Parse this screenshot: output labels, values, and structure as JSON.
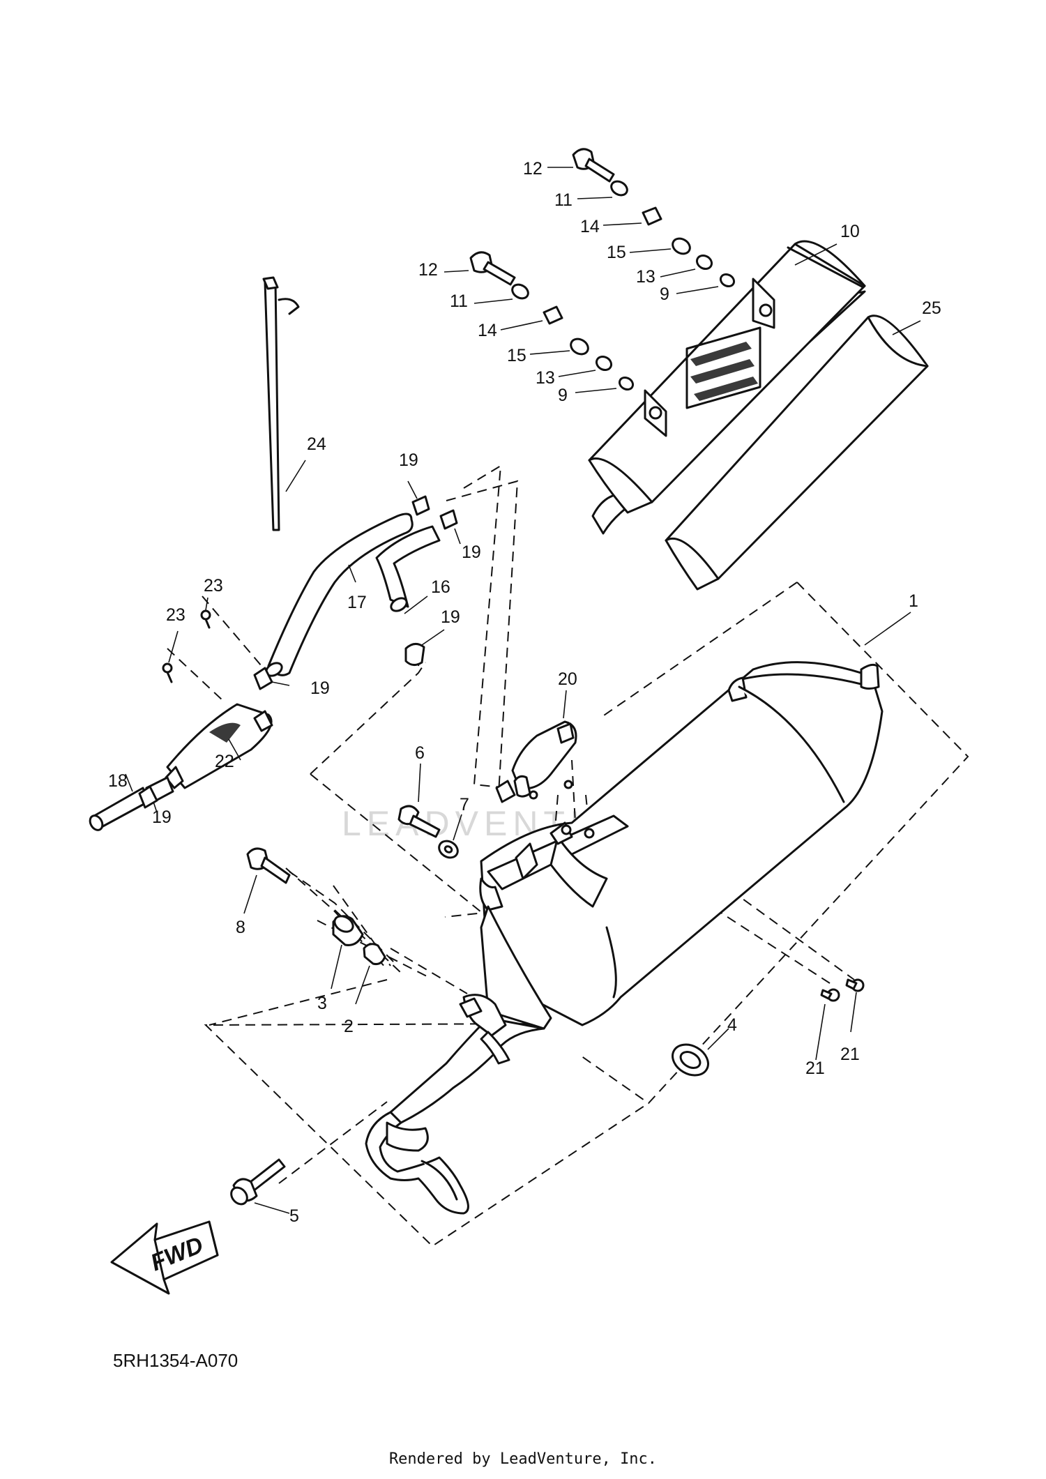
{
  "diagram": {
    "code": "5RH1354-A070",
    "footer": "Rendered by LeadVenture, Inc.",
    "watermark": "LEADVENTURE",
    "direction_label": "FWD",
    "callouts": {
      "c1": "1",
      "c2": "2",
      "c3": "3",
      "c4": "4",
      "c5": "5",
      "c6": "6",
      "c7": "7",
      "c8": "8",
      "c9a": "9",
      "c9b": "9",
      "c10": "10",
      "c11a": "11",
      "c11b": "11",
      "c12a": "12",
      "c12b": "12",
      "c13a": "13",
      "c13b": "13",
      "c14a": "14",
      "c14b": "14",
      "c15a": "15",
      "c15b": "15",
      "c16": "16",
      "c17": "17",
      "c18": "18",
      "c19a": "19",
      "c19b": "19",
      "c19c": "19",
      "c19d": "19",
      "c19e": "19",
      "c20": "20",
      "c21a": "21",
      "c21b": "21",
      "c22": "22",
      "c23a": "23",
      "c23b": "23",
      "c24": "24",
      "c25": "25"
    }
  }
}
